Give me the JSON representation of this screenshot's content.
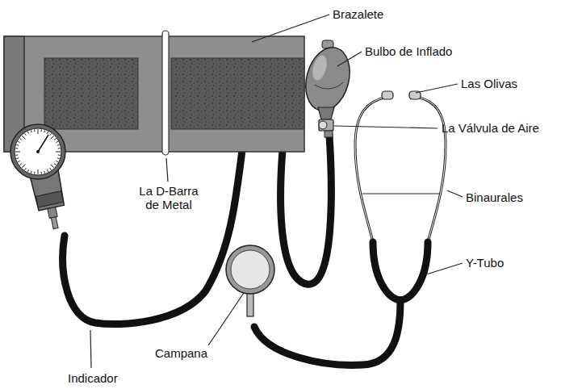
{
  "diagram": {
    "labels": [
      "Brazalete",
      "Bulbo de Inflado",
      "Las Olivas",
      "La Válvula de Aire",
      "Binaurales",
      "Y-Tubo",
      "La D-Barra de Metal",
      "Campana",
      "Indicador"
    ]
  }
}
